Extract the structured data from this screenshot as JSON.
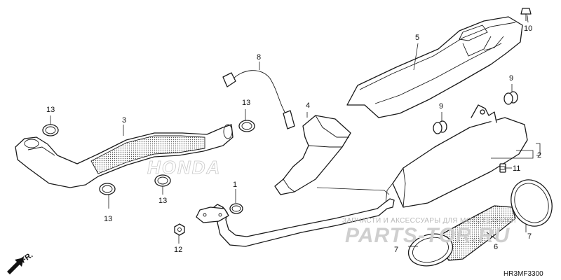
{
  "diagram_code": "HR3MF3300",
  "direction_label": "FR.",
  "brand_watermark": "HONDA",
  "watermark": {
    "line1": "ЗАПЧАСТИ И АКСЕССУАРЫ ДЛЯ МОТОТЕХНИКИ",
    "line2": "PARTS-TOR.RU"
  },
  "callouts": [
    {
      "id": "c1",
      "label": "1"
    },
    {
      "id": "c2",
      "label": "2"
    },
    {
      "id": "c3",
      "label": "3"
    },
    {
      "id": "c4",
      "label": "4"
    },
    {
      "id": "c5",
      "label": "5"
    },
    {
      "id": "c6",
      "label": "6"
    },
    {
      "id": "c7a",
      "label": "7"
    },
    {
      "id": "c7b",
      "label": "7"
    },
    {
      "id": "c8",
      "label": "8"
    },
    {
      "id": "c9a",
      "label": "9"
    },
    {
      "id": "c9b",
      "label": "9"
    },
    {
      "id": "c10",
      "label": "10"
    },
    {
      "id": "c11",
      "label": "11"
    },
    {
      "id": "c12",
      "label": "12"
    },
    {
      "id": "c13a",
      "label": "13"
    },
    {
      "id": "c13b",
      "label": "13"
    },
    {
      "id": "c13c",
      "label": "13"
    },
    {
      "id": "c13d",
      "label": "13"
    }
  ]
}
